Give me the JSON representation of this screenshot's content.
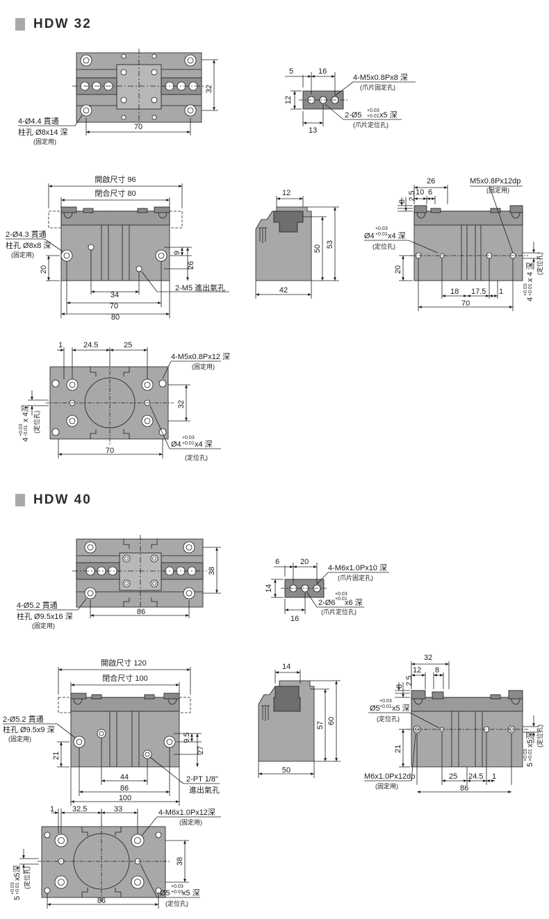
{
  "colors": {
    "body": "#a8a8a8",
    "body_dark": "#8a8a8a",
    "jaw": "#707070",
    "accent": "#a9a9a9",
    "line": "#1a1a1a"
  },
  "sections": [
    {
      "title": "HDW  32",
      "top_view": {
        "note1": "4-Ø4.4 貫通",
        "note2": "柱孔 Ø8x14 深",
        "note3": "(固定用)",
        "dim_width": "70",
        "dim_height": "32"
      },
      "jaw_view": {
        "dim_a": "5",
        "dim_b": "16",
        "dim_c": "12",
        "dim_d": "13",
        "note1": "4-M5x0.8Px8 深",
        "note2": "(爪片固定孔)",
        "note3_pre": "2-Ø5",
        "note3_tol_up": "+0.03",
        "note3_tol_dn": "+0.01",
        "note3_post": "x5 深",
        "note4": "(爪片定位孔)"
      },
      "front_view": {
        "dim_open": "開啟尺寸 96",
        "dim_close": "閉合尺寸 80",
        "note1": "2-Ø4.3 貫通",
        "note2": "柱孔 Ø8x8 深",
        "note3": "(固定用)",
        "dim_20": "20",
        "dim_9": "9",
        "dim_26": "26",
        "dim_34": "34",
        "dim_70": "70",
        "dim_80": "80",
        "port_note": "2-M5 進出氣孔"
      },
      "side_view": {
        "dim_top": "12",
        "dim_50": "50",
        "dim_53": "53",
        "dim_42": "42"
      },
      "right_view": {
        "dim_26": "26",
        "dim_10": "10",
        "dim_6": "6",
        "dim_3": "3",
        "dim_25": "2.5",
        "note_m5": "M5x0.8Px12dp",
        "note_m5b": "(固定用)",
        "note_pin_pre": "Ø4",
        "note_pin_tol_up": "+0.03",
        "note_pin_tol_dn": "+0.01",
        "note_pin_post": "x4 深",
        "note_pin2": "(定位孔)",
        "dim_20": "20",
        "dim_18": "18",
        "dim_175": "17.5",
        "dim_1": "1",
        "dim_70": "70",
        "vert_note1": "4",
        "vert_tol_up": "+0.03",
        "vert_tol_dn": "+0.01",
        "vert_note2": "x 4 深",
        "vert_note3": "(定位孔)"
      },
      "bottom_view": {
        "dim_1": "1",
        "dim_245": "24.5",
        "dim_25": "25",
        "note_m5": "4-M5x0.8Px12 深",
        "note_m5b": "(固定用)",
        "dim_32": "32",
        "dim_70": "70",
        "note_pin_pre": "Ø4",
        "note_pin_tol_up": "+0.03",
        "note_pin_tol_dn": "+0.01",
        "note_pin_post": "x4 深",
        "note_pin2": "(定位孔)",
        "vert_note1": "4",
        "vert_tol_up": "+0.03",
        "vert_tol_dn": "-0.01",
        "vert_note2": "x 4深",
        "vert_note3": "(定位孔)"
      }
    },
    {
      "title": "HDW  40",
      "top_view": {
        "note1": "4-Ø5.2 貫通",
        "note2": "柱孔 Ø9.5x16 深",
        "note3": "(固定用)",
        "dim_width": "86",
        "dim_height": "38"
      },
      "jaw_view": {
        "dim_a": "6",
        "dim_b": "20",
        "dim_c": "14",
        "dim_d": "16",
        "note1": "4-M6x1.0Px10 深",
        "note2": "(爪片固定孔)",
        "note3_pre": "2-Ø6",
        "note3_tol_up": "+0.03",
        "note3_tol_dn": "+0.01",
        "note3_post": "x6 深",
        "note4": "(爪片定位孔)"
      },
      "front_view": {
        "dim_open": "開啟尺寸 120",
        "dim_close": "閉合尺寸 100",
        "note1": "2-Ø5.2 貫通",
        "note2": "柱孔 Ø9.5x9 深",
        "note3": "(固定用)",
        "dim_21": "21",
        "dim_95": "9.5",
        "dim_27": "27",
        "dim_44": "44",
        "dim_86": "86",
        "dim_100": "100",
        "port_note1": "2-PT 1/8\"",
        "port_note2": "進出氣孔"
      },
      "side_view": {
        "dim_top": "14",
        "dim_57": "57",
        "dim_60": "60",
        "dim_50": "50"
      },
      "right_view": {
        "dim_32": "32",
        "dim_12": "12",
        "dim_8": "8",
        "dim_3": "3",
        "dim_25": "2.5",
        "note_pin_pre": "Ø5",
        "note_pin_tol_up": "+0.03",
        "note_pin_tol_dn": "+0.01",
        "note_pin_post": "x5 深",
        "note_pin2": "(定位孔)",
        "dim_21": "21",
        "note_m6": "M6x1.0Px12dp",
        "note_m6b": "(固定用)",
        "dim_25b": "25",
        "dim_245": "24.5",
        "dim_1": "1",
        "dim_86": "86",
        "vert_note1": "5",
        "vert_tol_up": "+0.03",
        "vert_tol_dn": "+0.01",
        "vert_note2": "x5深",
        "vert_note3": "(定位孔)"
      },
      "bottom_view": {
        "dim_1": "1",
        "dim_325": "32.5",
        "dim_33": "33",
        "note_m6": "4-M6x1.0Px12深",
        "note_m6b": "(固定用)",
        "dim_38": "38",
        "dim_86": "86",
        "note_pin_pre": "Ø5",
        "note_pin_tol_up": "+0.03",
        "note_pin_tol_dn": "+0.01",
        "note_pin_post": "x5 深",
        "note_pin2": "(定位孔)",
        "vert_note1": "5",
        "vert_tol_up": "+0.03",
        "vert_tol_dn": "+0.01",
        "vert_note2": "x5深",
        "vert_note3": "(定位孔)"
      }
    }
  ]
}
